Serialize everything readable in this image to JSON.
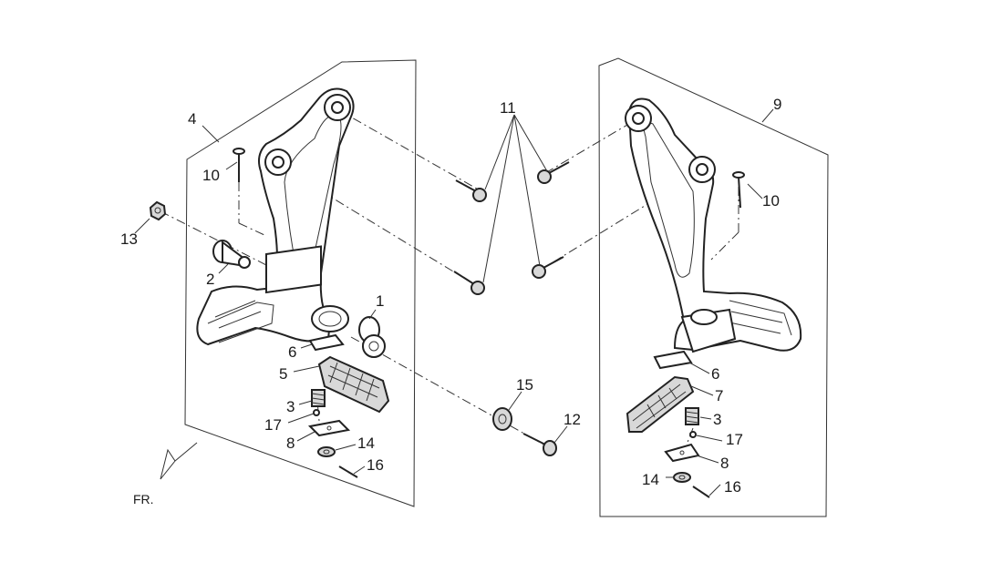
{
  "callouts": {
    "l1": "1",
    "l2": "2",
    "l3": "3",
    "l4": "4",
    "l5": "5",
    "l6": "6",
    "l8": "8",
    "l10": "10",
    "l13": "13",
    "l14": "14",
    "l16": "16",
    "l17": "17",
    "c11": "11",
    "c12": "12",
    "c15": "15",
    "r3": "3",
    "r6": "6",
    "r7": "7",
    "r8": "8",
    "r9": "9",
    "r10": "10",
    "r14": "14",
    "r16": "16",
    "r17": "17"
  },
  "direction_label": "FR.",
  "colors": {
    "line": "#222222",
    "fill_shade": "#d8d8d8",
    "background": "#ffffff"
  }
}
